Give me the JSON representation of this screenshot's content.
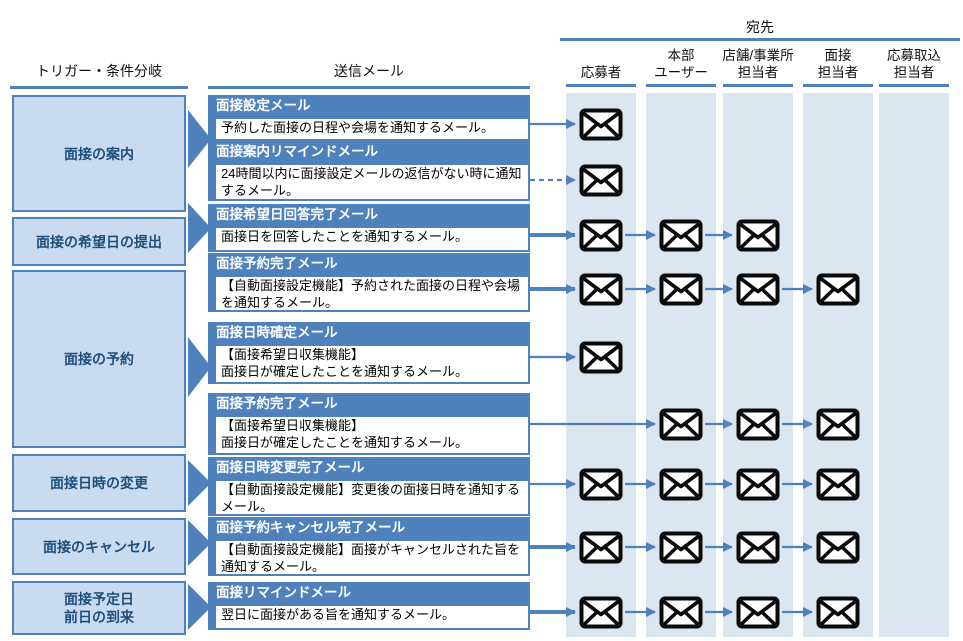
{
  "headings": {
    "trigger_column": "トリガー・条件分岐",
    "mail_column": "送信メール",
    "recipients_group": "宛先"
  },
  "recipients": [
    {
      "label": "応募者"
    },
    {
      "label": "本部\nユーザー"
    },
    {
      "label": "店舗/事業所\n担当者"
    },
    {
      "label": "面接\n担当者"
    },
    {
      "label": "応募取込\n担当者"
    }
  ],
  "triggers": [
    {
      "label": "面接の案内"
    },
    {
      "label": "面接の希望日の提出"
    },
    {
      "label": "面接の予約"
    },
    {
      "label": "面接日時の変更"
    },
    {
      "label": "面接のキャンセル"
    },
    {
      "label": "面接予定日\n前日の到来"
    }
  ],
  "emails": [
    {
      "title": "面接設定メール",
      "description": "予約した面接の日程や会場を通知するメール。",
      "recipients": [
        0
      ],
      "dashed_arrow": false
    },
    {
      "title": "面接案内リマインドメール",
      "description": "24時間以内に面接設定メールの返信がない時に通知するメール。",
      "recipients": [
        0
      ],
      "dashed_arrow": true
    },
    {
      "title": "面接希望日回答完了メール",
      "description": "面接日を回答したことを通知するメール。",
      "recipients": [
        0,
        1,
        2
      ],
      "dashed_arrow": false
    },
    {
      "title": "面接予約完了メール",
      "description": "【自動面接設定機能】予約された面接の日程や会場を通知するメール。",
      "recipients": [
        0,
        1,
        2,
        3
      ],
      "dashed_arrow": false
    },
    {
      "title": "面接日時確定メール",
      "description": "【面接希望日収集機能】\n面接日が確定したことを通知するメール。",
      "recipients": [
        0
      ],
      "dashed_arrow": false
    },
    {
      "title": "面接予約完了メール",
      "description": "【面接希望日収集機能】\n面接日が確定したことを通知するメール。",
      "recipients": [
        1,
        2,
        3
      ],
      "dashed_arrow": false
    },
    {
      "title": "面接日時変更完了メール",
      "description": "【自動面接設定機能】変更後の面接日時を通知するメール。",
      "recipients": [
        0,
        1,
        2,
        3
      ],
      "dashed_arrow": false
    },
    {
      "title": "面接予約キャンセル完了メール",
      "description": "【自動面接設定機能】面接がキャンセルされた旨を通知するメール。",
      "recipients": [
        0,
        1,
        2,
        3
      ],
      "dashed_arrow": false
    },
    {
      "title": "面接リマインドメール",
      "description": "翌日に面接がある旨を通知するメール。",
      "recipients": [
        0,
        1,
        2,
        3
      ],
      "dashed_arrow": false
    }
  ],
  "colors": {
    "accent_blue": "#4F81BD",
    "trigger_fill": "#C9DBF0",
    "band_fill": "#DCE6F1",
    "trigger_text": "#1F4E79",
    "envelope": "#0A0A0A"
  }
}
